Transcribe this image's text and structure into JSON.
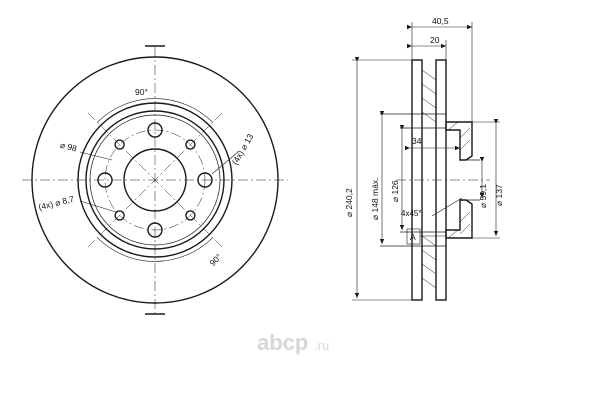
{
  "front_view": {
    "angle_top": "90°",
    "angle_bottom": "90°",
    "pcd": "⌀ 98",
    "bolt_holes": "(4x) ⌀ 13",
    "hub_holes": "(4x) ⌀ 8,7"
  },
  "side_view": {
    "width_total": "40,5",
    "width_disc": "20",
    "hub_depth": "34",
    "outer_diameter": "⌀ 240,2",
    "braking_diameter_max": "⌀ 148 máx.",
    "inner_diameter": "⌀ 126",
    "center_bore": "⌀ 59,1",
    "hat_diameter": "⌀ 137",
    "chamfer": "4x45°",
    "datum": "A"
  },
  "watermark": {
    "brand": "abcp",
    "tld": ".ru"
  }
}
